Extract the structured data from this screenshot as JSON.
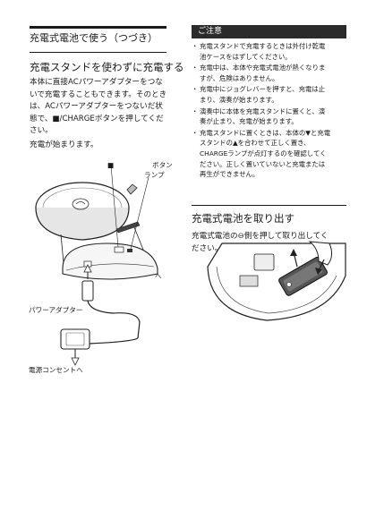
{
  "left": {
    "section_title": "充電式電池で使う（つづき）",
    "subheading": "充電スタンドを使わずに充電する",
    "body_lines": [
      "本体に直接ACパワーアダプターをつな",
      "いで充電することもできます。そのとき",
      "は、ACパワーアダプターをつないだ状",
      "態で、■/CHARGEボタンを押してくだ",
      "さい。"
    ],
    "charging_msg": "充電が始まります。",
    "diagram": {
      "stop_mark": "■",
      "button_label": "ボタン",
      "lamp_label": "ランプ",
      "he_label": "へ",
      "adapter_label": "パワーアダプター",
      "outlet_label": "電源コンセントへ"
    }
  },
  "right": {
    "caution_title": "ご注意",
    "caution_items": [
      {
        "bullet": "・",
        "lines": [
          "充電スタンドで充電するときは外付け乾電",
          "池ケースをはずしてください。"
        ]
      },
      {
        "bullet": "・",
        "lines": [
          "充電中は、本体や充電式電池が熱くなりま",
          "すが、危険はありません。"
        ]
      },
      {
        "bullet": "・",
        "lines": [
          "充電中にジョグレバーを押すと、充電は止",
          "まり、演奏が始まります。"
        ]
      },
      {
        "bullet": "・",
        "lines": [
          "演奏中に本体を充電スタンドに置くと、演",
          "奏が止まり、充電が始まります。"
        ]
      },
      {
        "bullet": "・",
        "lines": [
          "充電スタンドに置くときは、本体の▼と充電",
          "スタンドの▲を合わせて正しく置き、",
          "CHARGEランプが点灯するのを確認してく",
          "ださい。正しく置いていないと充電または",
          "再生ができません。"
        ]
      }
    ],
    "remove_title": "充電式電池を取り出す",
    "remove_lines": [
      "充電式電池の⊖側を押して取り出してく",
      "ださい。"
    ]
  }
}
